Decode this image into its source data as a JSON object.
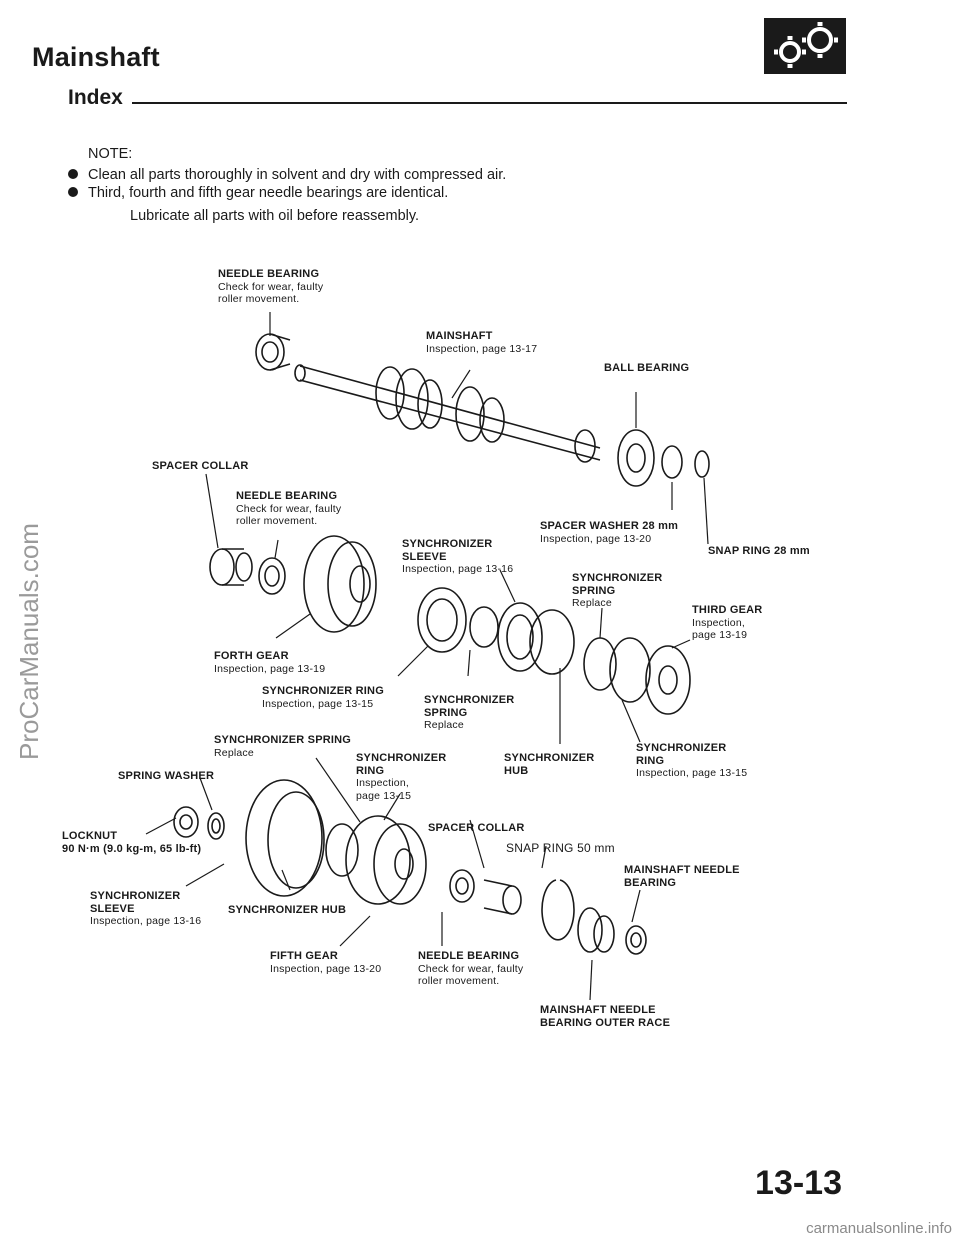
{
  "header": {
    "title": "Mainshaft",
    "subtitle": "Index"
  },
  "note": {
    "title": "NOTE:",
    "items": [
      "Clean all parts thoroughly in solvent and dry with compressed air.",
      "Third, fourth and fifth gear needle bearings are identical."
    ],
    "lubricate": "Lubricate all parts with oil before reassembly."
  },
  "labels": {
    "needle_bearing_top": {
      "title": "NEEDLE BEARING",
      "lines": [
        "Check for wear, faulty",
        "roller movement."
      ]
    },
    "mainshaft": {
      "title": "MAINSHAFT",
      "lines": [
        "Inspection, page 13-17"
      ]
    },
    "ball_bearing": {
      "title": "BALL BEARING"
    },
    "spacer_collar_top": {
      "title": "SPACER COLLAR"
    },
    "needle_bearing_mid": {
      "title": "NEEDLE BEARING",
      "lines": [
        "Check for wear, faulty",
        "roller movement."
      ]
    },
    "spacer_washer": {
      "title": "SPACER WASHER 28 mm",
      "lines": [
        "Inspection, page 13-20"
      ]
    },
    "snap_ring_28": {
      "title": "SNAP RING 28 mm"
    },
    "sync_sleeve_top": {
      "title_lines": [
        "SYNCHRONIZER",
        "SLEEVE"
      ],
      "lines": [
        "Inspection, page 13-16"
      ]
    },
    "sync_spring_top": {
      "title_lines": [
        "SYNCHRONIZER",
        "SPRING"
      ],
      "lines": [
        "Replace"
      ]
    },
    "third_gear": {
      "title": "THIRD GEAR",
      "lines": [
        "Inspection,",
        "page 13-19"
      ]
    },
    "forth_gear": {
      "title": "FORTH GEAR",
      "lines": [
        "Inspection, page 13-19"
      ]
    },
    "sync_ring_mid": {
      "title": "SYNCHRONIZER RING",
      "lines": [
        "Inspection, page 13-15"
      ]
    },
    "sync_spring_mid": {
      "title_lines": [
        "SYNCHRONIZER",
        "SPRING"
      ],
      "lines": [
        "Replace"
      ]
    },
    "sync_spring_left": {
      "title": "SYNCHRONIZER SPRING",
      "lines": [
        "Replace"
      ]
    },
    "sync_ring_low": {
      "title_lines": [
        "SYNCHRONIZER",
        "RING"
      ],
      "lines": [
        "Inspection,",
        "page 13-15"
      ]
    },
    "sync_hub_right": {
      "title_lines": [
        "SYNCHRONIZER",
        "HUB"
      ]
    },
    "sync_ring_right": {
      "title_lines": [
        "SYNCHRONIZER",
        "RING"
      ],
      "lines": [
        "Inspection, page 13-15"
      ]
    },
    "spring_washer": {
      "title": "SPRING WASHER"
    },
    "locknut": {
      "title": "LOCKNUT",
      "torque": "90 N·m (9.0 kg-m, 65 lb-ft)"
    },
    "spacer_collar_low": {
      "title": "SPACER COLLAR"
    },
    "snap_ring_50": {
      "title": "SNAP RING 50 mm"
    },
    "mainshaft_needle_bearing": {
      "title_lines": [
        "MAINSHAFT NEEDLE",
        "BEARING"
      ]
    },
    "sync_sleeve_low": {
      "title_lines": [
        "SYNCHRONIZER",
        "SLEEVE"
      ],
      "lines": [
        "Inspection, page 13-16"
      ]
    },
    "sync_hub_low": {
      "title": "SYNCHRONIZER HUB"
    },
    "fifth_gear": {
      "title": "FIFTH GEAR",
      "lines": [
        "Inspection, page 13-20"
      ]
    },
    "needle_bearing_low": {
      "title": "NEEDLE BEARING",
      "lines": [
        "Check for wear, faulty",
        "roller movement."
      ]
    },
    "outer_race": {
      "title_lines": [
        "MAINSHAFT NEEDLE",
        "BEARING OUTER RACE"
      ]
    }
  },
  "page_number": "13-13",
  "watermarks": {
    "side": "ProCarManuals.com",
    "footer": "carmanualsonline.info"
  }
}
